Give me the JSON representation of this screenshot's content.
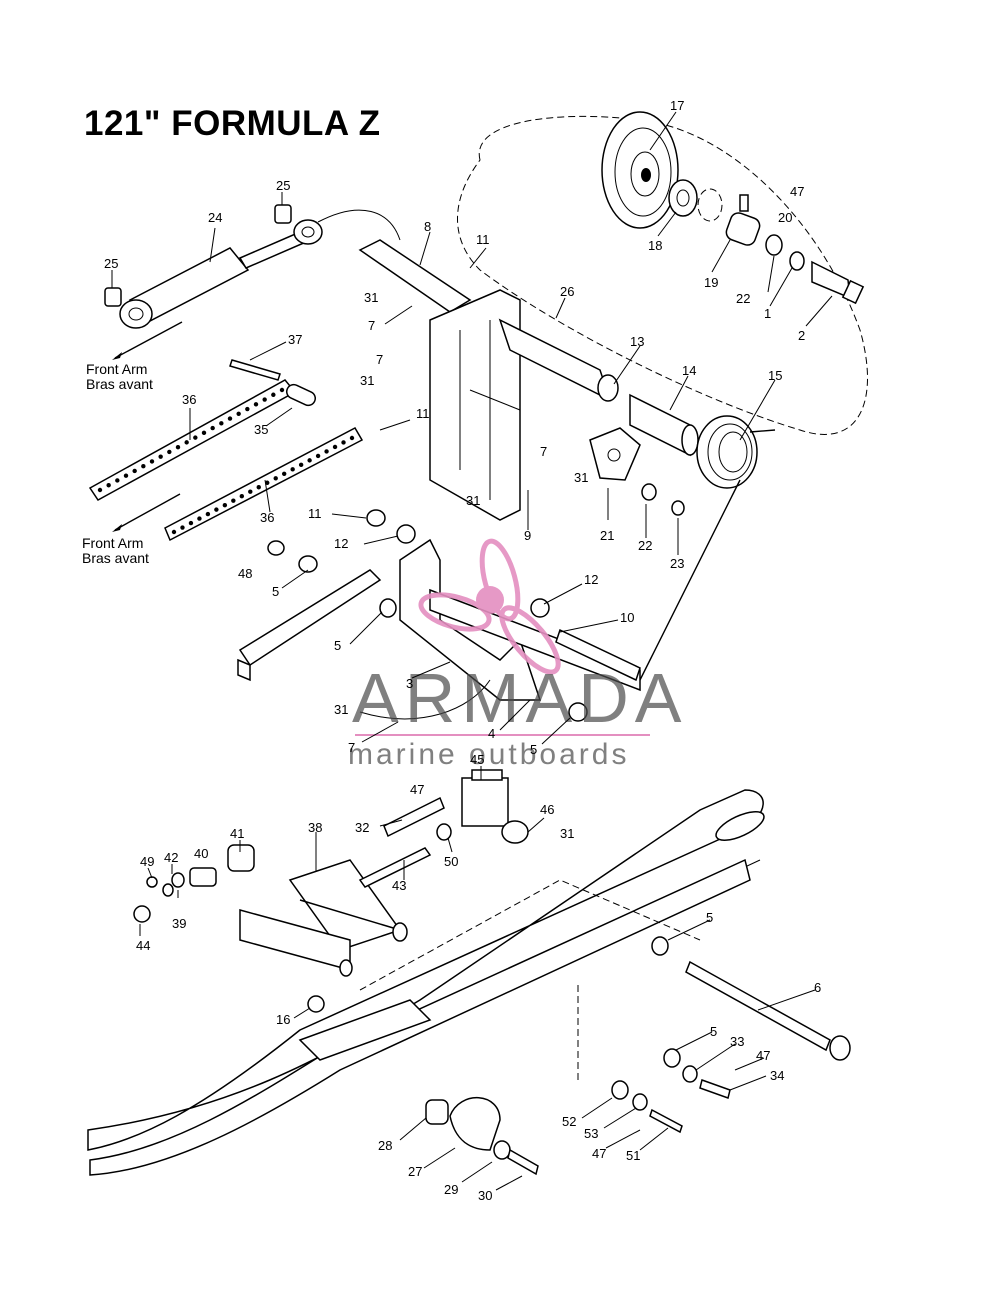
{
  "title": "121\" FORMULA Z",
  "notes": {
    "front_arm_1": [
      "Front Arm",
      "Bras avant"
    ],
    "front_arm_2": [
      "Front Arm",
      "Bras avant"
    ]
  },
  "watermark": {
    "brand": "ARMADA",
    "tagline": "marine outboards",
    "accent_color": "#e48fc0"
  },
  "callouts": [
    {
      "id": "c17",
      "text": "17"
    },
    {
      "id": "c47a",
      "text": "47"
    },
    {
      "id": "c20",
      "text": "20"
    },
    {
      "id": "c18",
      "text": "18"
    },
    {
      "id": "c19",
      "text": "19"
    },
    {
      "id": "c22a",
      "text": "22"
    },
    {
      "id": "c1",
      "text": "1"
    },
    {
      "id": "c2",
      "text": "2"
    },
    {
      "id": "c25a",
      "text": "25"
    },
    {
      "id": "c24",
      "text": "24"
    },
    {
      "id": "c25b",
      "text": "25"
    },
    {
      "id": "c8",
      "text": "8"
    },
    {
      "id": "c11a",
      "text": "11"
    },
    {
      "id": "c31a",
      "text": "31"
    },
    {
      "id": "c7a",
      "text": "7"
    },
    {
      "id": "c26",
      "text": "26"
    },
    {
      "id": "c37",
      "text": "37"
    },
    {
      "id": "c7b",
      "text": "7"
    },
    {
      "id": "c31b",
      "text": "31"
    },
    {
      "id": "c13",
      "text": "13"
    },
    {
      "id": "c14",
      "text": "14"
    },
    {
      "id": "c15",
      "text": "15"
    },
    {
      "id": "c36a",
      "text": "36"
    },
    {
      "id": "c35",
      "text": "35"
    },
    {
      "id": "c11b",
      "text": "11"
    },
    {
      "id": "c7c",
      "text": "7"
    },
    {
      "id": "c31c",
      "text": "31"
    },
    {
      "id": "c31d",
      "text": "31"
    },
    {
      "id": "c9",
      "text": "9"
    },
    {
      "id": "c21",
      "text": "21"
    },
    {
      "id": "c22b",
      "text": "22"
    },
    {
      "id": "c23",
      "text": "23"
    },
    {
      "id": "c36b",
      "text": "36"
    },
    {
      "id": "c11c",
      "text": "11"
    },
    {
      "id": "c12a",
      "text": "12"
    },
    {
      "id": "c48",
      "text": "48"
    },
    {
      "id": "c5a",
      "text": "5"
    },
    {
      "id": "c12b",
      "text": "12"
    },
    {
      "id": "c10",
      "text": "10"
    },
    {
      "id": "c5b",
      "text": "5"
    },
    {
      "id": "c3",
      "text": "3"
    },
    {
      "id": "c31e",
      "text": "31"
    },
    {
      "id": "c4",
      "text": "4"
    },
    {
      "id": "c7d",
      "text": "7"
    },
    {
      "id": "c5c",
      "text": "5"
    },
    {
      "id": "c45",
      "text": "45"
    },
    {
      "id": "c47b",
      "text": "47"
    },
    {
      "id": "c46",
      "text": "46"
    },
    {
      "id": "c32",
      "text": "32"
    },
    {
      "id": "c31f",
      "text": "31"
    },
    {
      "id": "c50",
      "text": "50"
    },
    {
      "id": "c38",
      "text": "38"
    },
    {
      "id": "c41",
      "text": "41"
    },
    {
      "id": "c43",
      "text": "43"
    },
    {
      "id": "c49",
      "text": "49"
    },
    {
      "id": "c42",
      "text": "42"
    },
    {
      "id": "c40",
      "text": "40"
    },
    {
      "id": "c39",
      "text": "39"
    },
    {
      "id": "c44",
      "text": "44"
    },
    {
      "id": "c5d",
      "text": "5"
    },
    {
      "id": "c6",
      "text": "6"
    },
    {
      "id": "c16",
      "text": "16"
    },
    {
      "id": "c5e",
      "text": "5"
    },
    {
      "id": "c33",
      "text": "33"
    },
    {
      "id": "c47c",
      "text": "47"
    },
    {
      "id": "c34",
      "text": "34"
    },
    {
      "id": "c28",
      "text": "28"
    },
    {
      "id": "c52",
      "text": "52"
    },
    {
      "id": "c53",
      "text": "53"
    },
    {
      "id": "c47d",
      "text": "47"
    },
    {
      "id": "c51",
      "text": "51"
    },
    {
      "id": "c27",
      "text": "27"
    },
    {
      "id": "c29",
      "text": "29"
    },
    {
      "id": "c30",
      "text": "30"
    }
  ]
}
